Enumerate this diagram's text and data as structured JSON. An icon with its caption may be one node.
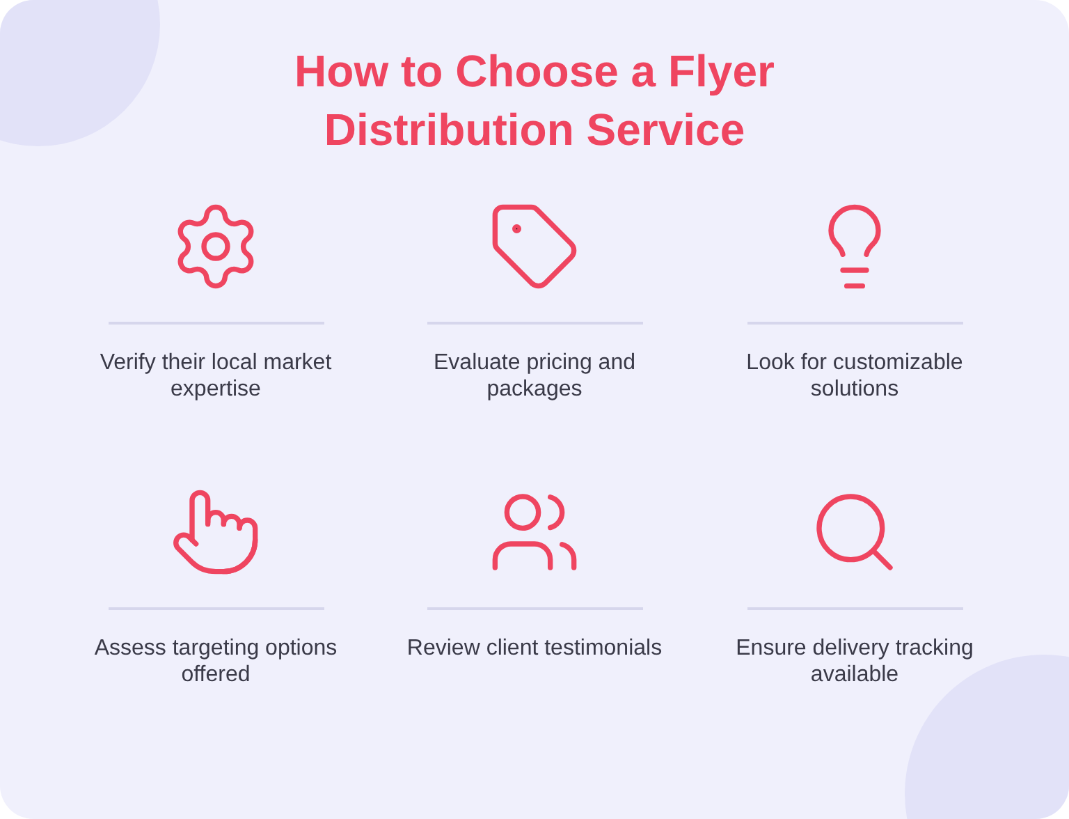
{
  "diagram": {
    "title": "How to Choose a Flyer Distribution Service",
    "labels": [
      "Verify their local market expertise",
      "Evaluate pricing and packages",
      "Look for customizable solutions",
      "Assess targeting options offered",
      "Review client testimonials",
      "Ensure delivery tracking available"
    ]
  }
}
